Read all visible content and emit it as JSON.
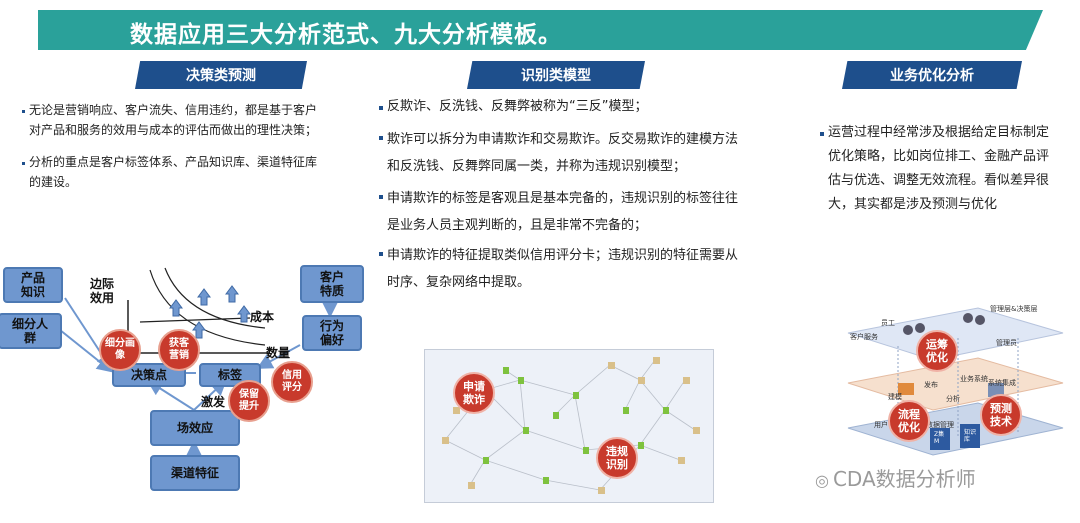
{
  "title": "数据应用三大分析范式、九大分析模板。",
  "sections": {
    "left": {
      "header": "决策类预测",
      "bullets": [
        [
          "无论是营销响应、客户流失、信用违约，都是基于客户",
          "对产品和服务的效用与成本的评估而做出的理性决策；"
        ],
        [
          "分析的重点是客户标签体系、产品知识库、渠道特征库",
          "的建设。"
        ]
      ]
    },
    "middle": {
      "header": "识别类模型",
      "bullets": [
        [
          "反欺诈、反洗钱、反舞弊被称为“三反”模型；"
        ],
        [
          "欺诈可以拆分为申请欺诈和交易欺诈。反交易欺诈的建模方法",
          "和反洗钱、反舞弊同属一类，并称为违规识别模型；"
        ],
        [
          "申请欺诈的标签是客观且是基本完备的，违规识别的标签往往",
          "是业务人员主观判断的，且是非常不完备的；"
        ],
        [
          "申请欺诈的特征提取类似信用评分卡；违规识别的特征需要从",
          "时序、复杂网络中提取。"
        ]
      ]
    },
    "right": {
      "header": "业务优化分析",
      "bullets": [
        [
          "运营过程中经常涉及根据给定目标制定",
          "优化策略，比如岗位排工、金融产品评",
          "估与优选、调整无效流程。看似差异很",
          "大，其实都是涉及预测与优化"
        ]
      ]
    }
  },
  "left_diagram": {
    "boxes": {
      "product": "产品\n知识",
      "segment": "细分人\n群",
      "decision": "决策点",
      "tag": "标签",
      "scene": "场效应",
      "channel": "渠道特征",
      "customer": "客户\n特质",
      "behavior": "行为\n偏好"
    },
    "labels": {
      "marginal": "边际\n效用",
      "cost": "成本",
      "quantity": "数量",
      "incentive": "激发"
    },
    "circles": {
      "portrait": "细分画\n像",
      "acquire": "获客\n营销",
      "credit": "信用\n评分",
      "retain": "保留\n提升"
    },
    "colors": {
      "box": "#6f97cf",
      "circle": "#c83a2c"
    }
  },
  "network_diagram": {
    "circles": {
      "apply_fraud": "申请\n欺诈",
      "violation": "违规\n识别"
    }
  },
  "right_diagram": {
    "labels": {
      "staff": "员工",
      "customer_service": "客户服务",
      "management": "管理层&决策层",
      "manager": "管理员",
      "publish": "发布",
      "business_sys": "业务系统",
      "system_integration": "系统集成",
      "build": "建模",
      "analysis": "分析",
      "user": "用户",
      "data_mgmt": "数据管理",
      "cluster": "Z集\nM",
      "warehouse": "知识\n库"
    },
    "circles": {
      "ops_opt": "运筹\n优化",
      "process_opt": "流程\n优化",
      "forecast": "预测\n技术"
    }
  },
  "watermark": "CDA数据分析师",
  "colors": {
    "banner": "#2aa19a",
    "section_header": "#1e4f8c",
    "accent_red": "#c83a2c"
  }
}
